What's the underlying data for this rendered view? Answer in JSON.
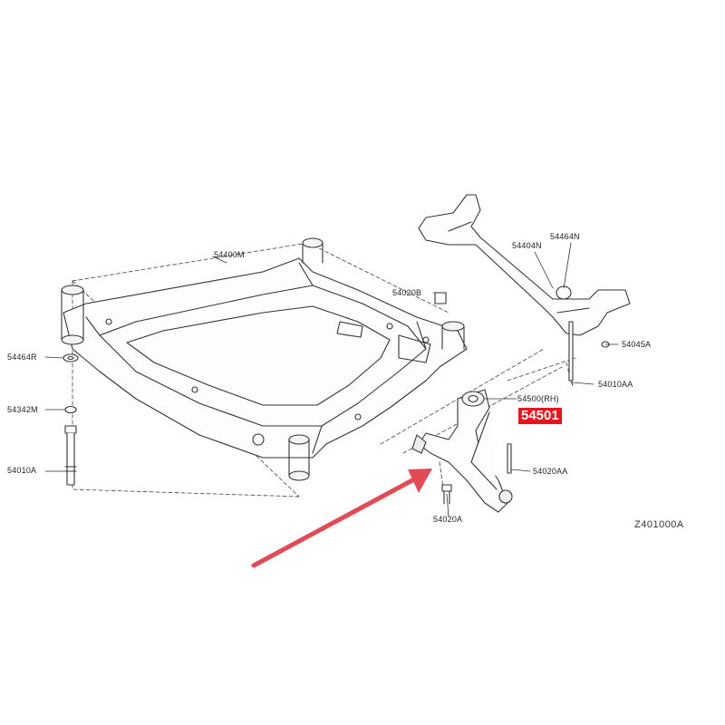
{
  "diagram": {
    "code": "Z401000A",
    "highlight": {
      "text": "54501",
      "color": "#e8141e"
    },
    "arrow_color": "#e24a55",
    "labels": {
      "p54400M": "54400M",
      "p54020B": "54020B",
      "p54464R": "54464R",
      "p54342M": "54342M",
      "p54010A": "54010A",
      "p54404N": "54404N",
      "p54464N": "54464N",
      "p54045A": "54045A",
      "p54010AA": "54010AA",
      "p54500": "54500(RH)",
      "p54020AA": "54020AA",
      "p54020A": "54020A"
    }
  }
}
